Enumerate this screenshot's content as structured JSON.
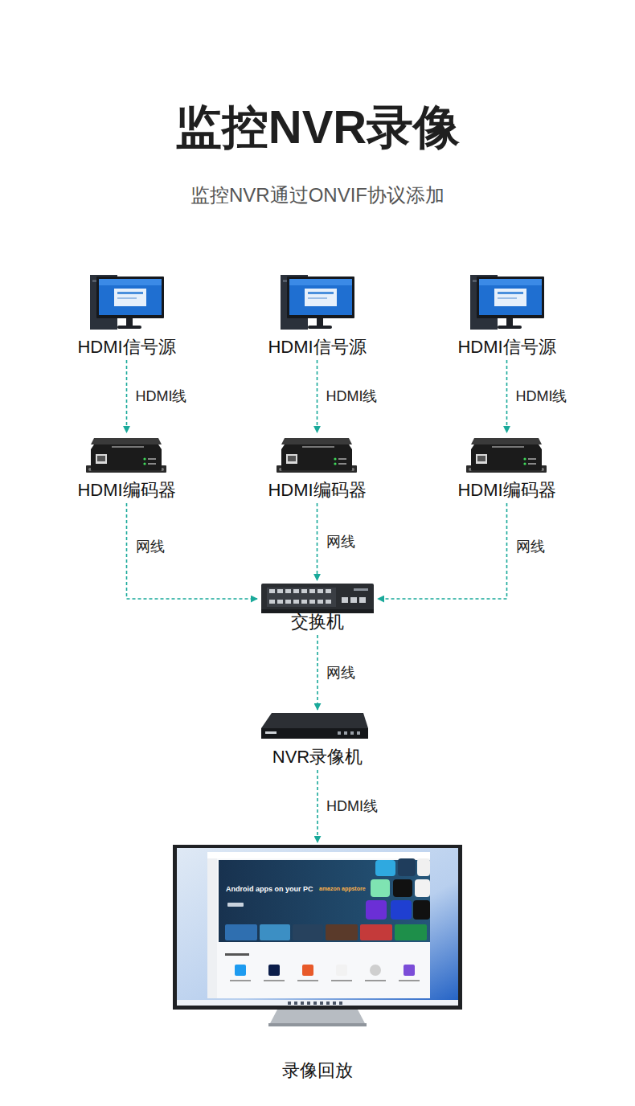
{
  "diagram": {
    "title": "监控NVR录像",
    "nodes": [
      {
        "text": [
          "HDMI信号源"
        ]
      },
      {
        "text": [
          "HDMI信号源"
        ]
      },
      {
        "text": [
          "HDMI信号源"
        ]
      },
      {
        "text": [
          "HDMI编码器"
        ]
      },
      {
        "text": [
          "HDMI编码器"
        ]
      },
      {
        "text": [
          "HDMI编码器"
        ]
      },
      {
        "text": [
          "交换机"
        ]
      },
      {
        "text": [
          "NVR录像机"
        ]
      },
      {
        "text": [
          "录像回放"
        ]
      }
    ],
    "edges": [
      {
        "from": 0,
        "to": 3,
        "arrow": "to",
        "label": "HDMI线"
      },
      {
        "from": 1,
        "to": 4,
        "arrow": "to",
        "label": "HDMI线"
      },
      {
        "from": 2,
        "to": 5,
        "arrow": "to",
        "label": "HDMI线"
      },
      {
        "from": 3,
        "to": 6,
        "arrow": "to",
        "label": "网线"
      },
      {
        "from": 4,
        "to": 6,
        "arrow": "to",
        "label": "网线"
      },
      {
        "from": 5,
        "to": 6,
        "arrow": "to",
        "label": "网线"
      },
      {
        "from": 6,
        "to": 7,
        "arrow": "to",
        "label": "网线"
      },
      {
        "from": 7,
        "to": 8,
        "arrow": "to",
        "label": "HDMI线"
      }
    ],
    "labels": [
      "监控NVR通过ONVIF协议添加",
      "Android apps on your PC",
      "amazon appstore"
    ]
  }
}
